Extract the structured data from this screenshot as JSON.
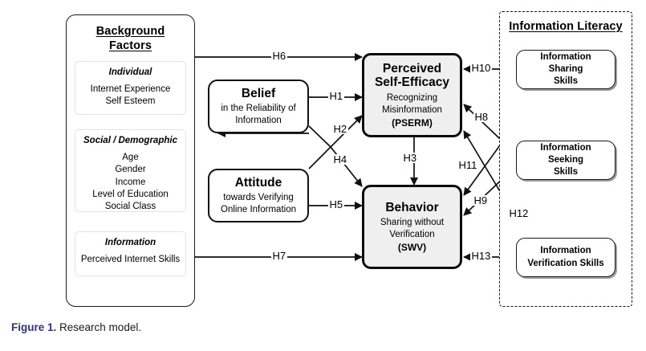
{
  "figure": {
    "caption_label": "Figure 1.",
    "caption_text": "Research model."
  },
  "background_factors": {
    "title": "Background\nFactors",
    "title_line1": "Background",
    "title_line2": "Factors",
    "panels": [
      {
        "name": "individual",
        "title": "Individual",
        "items": [
          "Internet Experience",
          "Self Esteem"
        ],
        "items_text": "Internet Experience\nSelf Esteem"
      },
      {
        "name": "social-demographic",
        "title": "Social / Demographic",
        "items": [
          "Age",
          "Gender",
          "Income",
          "Level of Education",
          "Social Class"
        ],
        "items_text": "Age\nGender\nIncome\nLevel of Education\nSocial Class"
      },
      {
        "name": "information",
        "title": "Information",
        "items": [
          "Perceived Internet Skills"
        ],
        "items_text": "Perceived Internet Skills"
      }
    ]
  },
  "constructs": {
    "belief": {
      "head": "Belief",
      "sub_line1": "in the Reliability of",
      "sub_line2": "Information",
      "sub_text": "in the Reliability of\nInformation"
    },
    "attitude": {
      "head": "Attitude",
      "sub_line1": "towards Verifying",
      "sub_line2": "Online Information",
      "sub_text": "towards Verifying\nOnline Information"
    },
    "pserm": {
      "head_line1": "Perceived",
      "head_line2": "Self-Efficacy",
      "head_text": "Perceived\nSelf-Efficacy",
      "sub_line1": "Recognizing",
      "sub_line2": "Misinformation",
      "sub_text": "Recognizing\nMisinformation",
      "acronym": "(PSERM)"
    },
    "behavior": {
      "head": "Behavior",
      "sub_line1": "Sharing without",
      "sub_line2": "Verification",
      "sub_text": "Sharing without\nVerification",
      "acronym": "(SWV)"
    }
  },
  "information_literacy": {
    "title": "Information Literacy",
    "skills": [
      {
        "name": "information-sharing-skills",
        "label": "Information Sharing Skills",
        "line1": "Information Sharing",
        "line2": "Skills"
      },
      {
        "name": "information-seeking-skills",
        "label": "Information Seeking Skills",
        "line1": "Information Seeking",
        "line2": "Skills"
      },
      {
        "name": "information-verification-skills",
        "label": "Information Verification Skills",
        "line1": "Information",
        "line2": "Verification Skills"
      }
    ]
  },
  "hypotheses": [
    {
      "id": "H1",
      "label": "H1",
      "from": "belief",
      "to": "pserm"
    },
    {
      "id": "H2",
      "label": "H2",
      "from": "attitude",
      "to": "pserm"
    },
    {
      "id": "H3",
      "label": "H3",
      "from": "pserm",
      "to": "behavior"
    },
    {
      "id": "H4",
      "label": "H4",
      "from": "belief",
      "to": "behavior"
    },
    {
      "id": "H5",
      "label": "H5",
      "from": "attitude",
      "to": "behavior"
    },
    {
      "id": "H6",
      "label": "H6",
      "from": "background-factors",
      "to": "pserm"
    },
    {
      "id": "H7",
      "label": "H7",
      "from": "background-factors",
      "to": "behavior"
    },
    {
      "id": "H8",
      "label": "H8",
      "from": "information-seeking-skills",
      "to": "pserm"
    },
    {
      "id": "H9",
      "label": "H9",
      "from": "information-seeking-skills",
      "to": "behavior"
    },
    {
      "id": "H10",
      "label": "H10",
      "from": "information-sharing-skills",
      "to": "pserm"
    },
    {
      "id": "H11",
      "label": "H11",
      "from": "information-verification-skills",
      "to": "pserm"
    },
    {
      "id": "H12",
      "label": "H12",
      "from": "information-verification-skills",
      "to": "behavior-upper"
    },
    {
      "id": "H13",
      "label": "H13",
      "from": "information-verification-skills",
      "to": "behavior"
    }
  ],
  "colors": {
    "stroke": "#111111",
    "node_fill_grey": "#efefef",
    "node_fill_white": "#ffffff",
    "caption_accent": "#2e3192"
  }
}
